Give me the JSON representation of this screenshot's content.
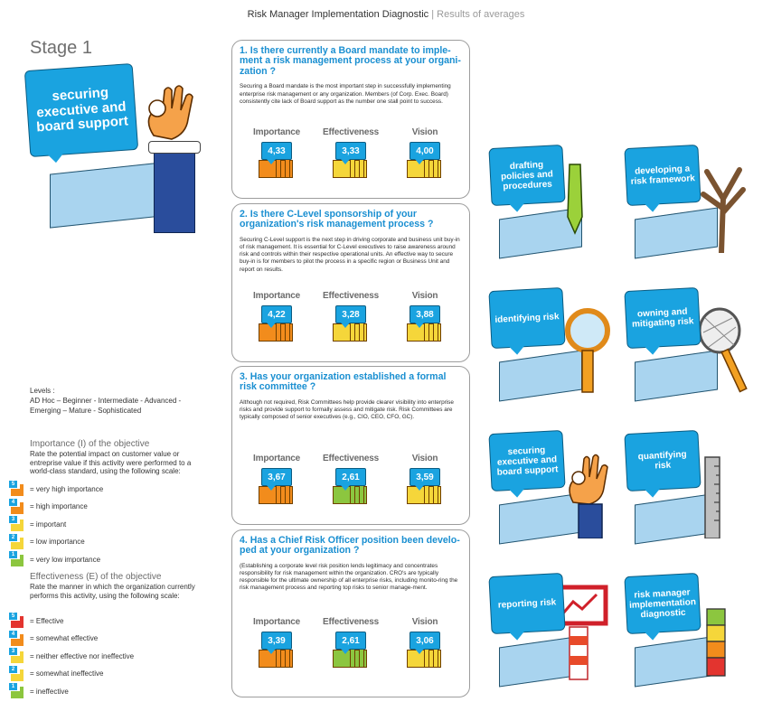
{
  "header": {
    "title": "Risk Manager Implementation Diagnostic",
    "separator": " | ",
    "subtitle": "Results of averages"
  },
  "stage_title": "Stage 1",
  "colors": {
    "accent_blue": "#1aa3e0",
    "title_blue": "#1a8fd1",
    "orange": "#f28c1c",
    "yellow": "#f5d63a",
    "green": "#8cc63f",
    "red": "#e3342f",
    "factory_blue": "#a9d4ef"
  },
  "hero": {
    "label": "securing executive and board support",
    "icon": "ok-hand-icon"
  },
  "questions": [
    {
      "title": "1. Is there currently a Board mandate to imple-ment a risk management process at your organi-zation ?",
      "body": "Securing a Board mandate is the most important step in successfully implementing enterprise risk management or any organization. Members (of Corp. Exec. Board) consistently cite lack of Board support as the number one stall point to success.",
      "metrics": [
        {
          "label": "Importance",
          "value": "4,33",
          "level": 4.33
        },
        {
          "label": "Effectiveness",
          "value": "3,33",
          "level": 3.33
        },
        {
          "label": "Vision",
          "value": "4,00",
          "level": 4.0
        }
      ]
    },
    {
      "title": "2. Is there C-Level sponsorship of your organization's risk management process ?",
      "body": "Securing C-Level support is the next step in driving corporate and business unit buy-in of risk management. It is essential for C-Level executives to raise awareness around risk and controls within their respective operational units. An effective way to secure buy-in is for members to pilot the process in a specific region or Business Unit and report on results.",
      "metrics": [
        {
          "label": "Importance",
          "value": "4,22",
          "level": 4.22
        },
        {
          "label": "Effectiveness",
          "value": "3,28",
          "level": 3.28
        },
        {
          "label": "Vision",
          "value": "3,88",
          "level": 3.88
        }
      ]
    },
    {
      "title": "3. Has your organization established a formal risk committee ?",
      "body": "Although not required, Risk Committees help provide clearer visibility into enterprise risks and provide support to formally assess and mitigate risk. Risk Committees are typically composed of senior executives (e.g., CIO, CEO, CFO, GC).",
      "metrics": [
        {
          "label": "Importance",
          "value": "3,67",
          "level": 3.67
        },
        {
          "label": "Effectiveness",
          "value": "2,61",
          "level": 2.61
        },
        {
          "label": "Vision",
          "value": "3,59",
          "level": 3.59
        }
      ]
    },
    {
      "title": "4. Has a Chief Risk Officer position been develo-ped at your organization ?",
      "body": "(Establishing a corporate level risk position lends legitimacy and concentrates responsibility for risk management within the organization. CRO's are typically responsible for the ultimate ownership of all enterprise risks, including monito-ring the risk management process and reporting top risks to senior manage-ment.",
      "metrics": [
        {
          "label": "Importance",
          "value": "3,39",
          "level": 3.39
        },
        {
          "label": "Effectiveness",
          "value": "2,61",
          "level": 2.61
        },
        {
          "label": "Vision",
          "value": "3,06",
          "level": 3.06
        }
      ]
    }
  ],
  "legend": {
    "levels_heading": "Levels :",
    "levels_line1": "AD Hoc – Beginner - Intermediate - Advanced -",
    "levels_line2": "Emerging – Mature - Sophisticated",
    "importance_title": "Importance (I) of the objective",
    "importance_desc": "Rate the potential impact on customer value or entreprise value if this activity were performed to a world-class standard, using the following scale:",
    "importance_scale": [
      {
        "num": "5",
        "label": "= very high importance"
      },
      {
        "num": "4",
        "label": "= high importance"
      },
      {
        "num": "3",
        "label": "= important"
      },
      {
        "num": "2",
        "label": "= low importance"
      },
      {
        "num": "1",
        "label": "= very low importance"
      }
    ],
    "effectiveness_title": "Effectiveness (E) of the objective",
    "effectiveness_desc": "Rate the manner in which the organization currently performs this activity, using the following scale:",
    "effectiveness_scale": [
      {
        "num": "5",
        "label": "= Effective"
      },
      {
        "num": "4",
        "label": "= somewhat effective"
      },
      {
        "num": "3",
        "label": "= neither effective nor ineffective"
      },
      {
        "num": "2",
        "label": "= somewhat ineffective"
      },
      {
        "num": "1",
        "label": "= ineffective"
      }
    ]
  },
  "stages": [
    {
      "label": "drafting policies and procedures",
      "icon": "pen-icon"
    },
    {
      "label": "developing a risk framework",
      "icon": "tree-icon"
    },
    {
      "label": "identifying risk",
      "icon": "magnifier-icon"
    },
    {
      "label": "owning and mitigating risk",
      "icon": "net-icon"
    },
    {
      "label": "securing executive and board support",
      "icon": "ok-hand-icon"
    },
    {
      "label": "quantifying risk",
      "icon": "ruler-icon"
    },
    {
      "label": "reporting risk",
      "icon": "chart-sign-icon"
    },
    {
      "label": "risk manager implementation diagnostic",
      "icon": "gauge-chimney-icon"
    }
  ]
}
